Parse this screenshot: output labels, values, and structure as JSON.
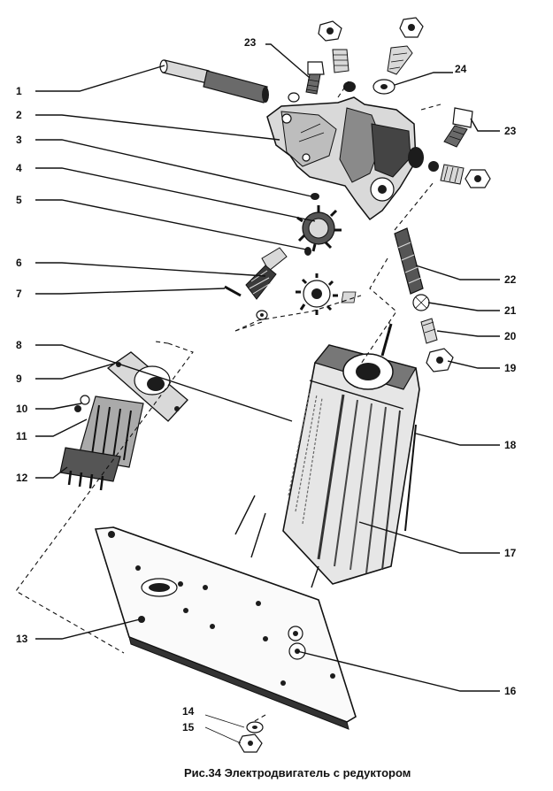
{
  "caption": "Рис.34 Электродвигатель с редуктором",
  "callouts": [
    {
      "number": "1",
      "part": "shaft-pin"
    },
    {
      "number": "2",
      "part": "gearbox-housing"
    },
    {
      "number": "3",
      "part": "small-pin"
    },
    {
      "number": "4",
      "part": "gear"
    },
    {
      "number": "5",
      "part": "small-pin"
    },
    {
      "number": "6",
      "part": "worm-spring"
    },
    {
      "number": "7",
      "part": "pin"
    },
    {
      "number": "8",
      "part": "motor-body"
    },
    {
      "number": "9",
      "part": "connector-flange"
    },
    {
      "number": "10",
      "part": "screw"
    },
    {
      "number": "11",
      "part": "connector-body"
    },
    {
      "number": "12",
      "part": "connector-plug"
    },
    {
      "number": "13",
      "part": "mounting-plate"
    },
    {
      "number": "14",
      "part": "washer"
    },
    {
      "number": "15",
      "part": "nut"
    },
    {
      "number": "16",
      "part": "plate-boss"
    },
    {
      "number": "17",
      "part": "motor-stator"
    },
    {
      "number": "18",
      "part": "motor-flange"
    },
    {
      "number": "19",
      "part": "nut"
    },
    {
      "number": "20",
      "part": "bushing"
    },
    {
      "number": "21",
      "part": "washer"
    },
    {
      "number": "22",
      "part": "worm-shaft"
    },
    {
      "number": "23",
      "part": "bolt"
    },
    {
      "number": "24",
      "part": "washer"
    }
  ]
}
